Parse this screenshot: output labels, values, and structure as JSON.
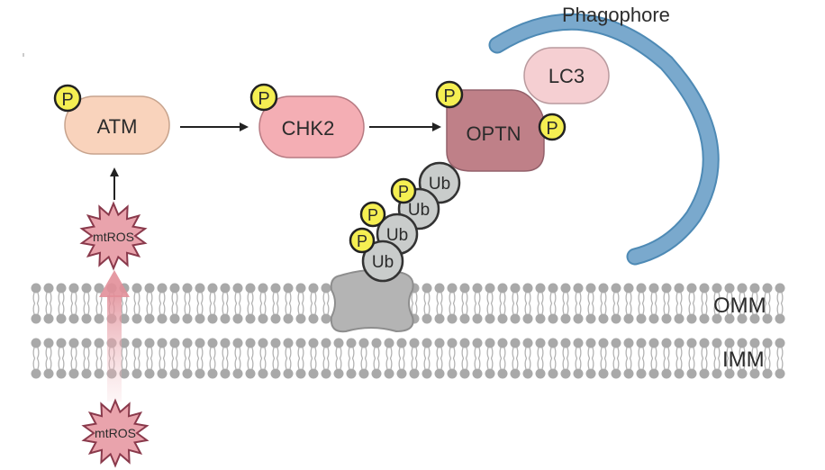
{
  "title": "Phagophore",
  "membranes": {
    "outer": "OMM",
    "inner": "IMM"
  },
  "proteins": {
    "atm": "ATM",
    "chk2": "CHK2",
    "optn": "OPTN",
    "lc3": "LC3",
    "channel": ""
  },
  "phospho_label": "P",
  "ubiquitin": [
    "Ub",
    "Ub",
    "Ub",
    "Ub"
  ],
  "mtros": {
    "upper": "mtROS",
    "lower": "mtROS"
  },
  "colors": {
    "atm_fill": "#f9d3bc",
    "chk2_fill": "#f4aeb4",
    "optn_fill": "#bf8088",
    "lc3_fill": "#f5cfd2",
    "phospho_fill": "#f5ef52",
    "ub_fill": "#c9cccb",
    "phagophore": "#7aa9cd",
    "mtros_fill": "#e9a3ac",
    "lipid": "#a9a9a9"
  }
}
